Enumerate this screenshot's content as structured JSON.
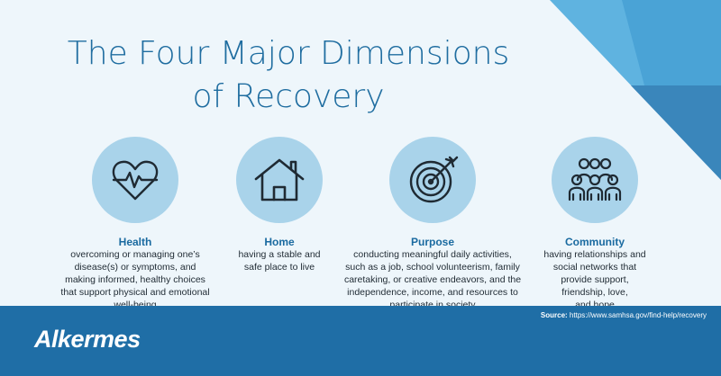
{
  "title": {
    "line1": "The Four Major Dimensions",
    "line2": "of Recovery"
  },
  "dimensions": [
    {
      "icon": "heart-pulse-icon",
      "name": "Health",
      "description": [
        "overcoming or managing one’s",
        "disease(s) or symptoms, and",
        "making informed, healthy choices",
        "that support physical and emotional",
        "well-being"
      ]
    },
    {
      "icon": "house-icon",
      "name": "Home",
      "description": [
        "having a stable and",
        "safe place to live"
      ]
    },
    {
      "icon": "target-icon",
      "name": "Purpose",
      "description": [
        "conducting meaningful daily activities,",
        "such as a job, school volunteerism, family",
        "caretaking, or creative endeavors, and the",
        "independence, income, and resources to",
        "participate in society"
      ]
    },
    {
      "icon": "people-group-icon",
      "name": "Community",
      "description": [
        "having relationships and",
        "social networks that",
        "provide support,",
        "friendship, love,",
        "and hope"
      ]
    }
  ],
  "footer": {
    "source_label": "Source:",
    "source_url": "https://www.samhsa.gov/find-help/recovery",
    "logo": "Alkermes"
  },
  "colors": {
    "background": "#eef6fb",
    "title": "#1f6da0",
    "circle": "#a9d3ea",
    "footer": "#1f6ea6",
    "corner_light": "#5fb3e0",
    "corner_dark": "#2e74a8"
  }
}
